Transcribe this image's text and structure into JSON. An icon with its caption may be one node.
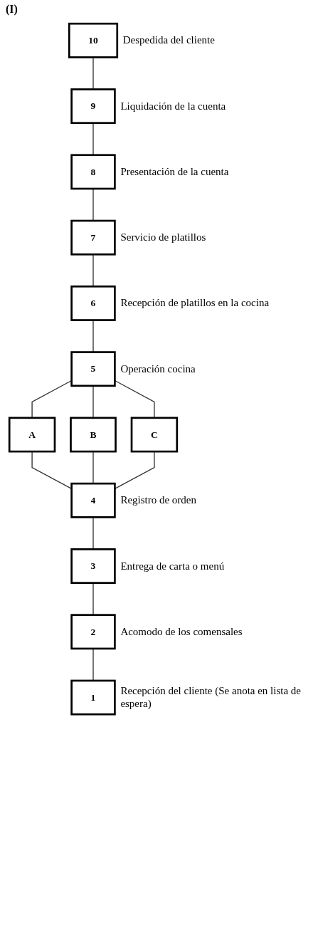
{
  "diagram": {
    "nodes": [
      {
        "text": [
          "1"
        ],
        "beside": [
          "Recepción del cliente (Se anota en lista de espera)"
        ]
      },
      {
        "text": [
          "2"
        ],
        "beside": [
          "Acomodo de los comensales"
        ]
      },
      {
        "text": [
          "3"
        ],
        "beside": [
          "Entrega de carta o menú"
        ]
      },
      {
        "text": [
          "4"
        ],
        "beside": [
          "Registro de orden"
        ]
      },
      {
        "text": [
          "A"
        ]
      },
      {
        "text": [
          "B"
        ]
      },
      {
        "text": [
          "C"
        ]
      },
      {
        "text": [
          "5"
        ],
        "beside": [
          "Operación cocina"
        ]
      },
      {
        "text": [
          "6"
        ],
        "beside": [
          "Recepción de platillos en la cocina"
        ]
      },
      {
        "text": [
          "7"
        ],
        "beside": [
          "Servicio de platillos"
        ]
      },
      {
        "text": [
          "8"
        ],
        "beside": [
          "Presentación de la cuenta"
        ]
      },
      {
        "text": [
          "9"
        ],
        "beside": [
          "Liquidación de la cuenta"
        ]
      },
      {
        "text": [
          "10"
        ],
        "beside": [
          "Despedida del cliente"
        ]
      }
    ],
    "edges": [
      {
        "from": 0,
        "to": 1,
        "arrow": "none"
      },
      {
        "from": 1,
        "to": 2,
        "arrow": "none"
      },
      {
        "from": 2,
        "to": 3,
        "arrow": "none"
      },
      {
        "from": 3,
        "to": 4,
        "arrow": "none"
      },
      {
        "from": 3,
        "to": 5,
        "arrow": "none"
      },
      {
        "from": 3,
        "to": 6,
        "arrow": "none"
      },
      {
        "from": 4,
        "to": 7,
        "arrow": "none"
      },
      {
        "from": 5,
        "to": 7,
        "arrow": "none"
      },
      {
        "from": 6,
        "to": 7,
        "arrow": "none"
      },
      {
        "from": 7,
        "to": 8,
        "arrow": "none"
      },
      {
        "from": 8,
        "to": 9,
        "arrow": "none"
      },
      {
        "from": 9,
        "to": 10,
        "arrow": "none"
      },
      {
        "from": 10,
        "to": 11,
        "arrow": "none"
      },
      {
        "from": 11,
        "to": 12,
        "arrow": "none"
      }
    ],
    "labels": [
      "(I)"
    ]
  }
}
